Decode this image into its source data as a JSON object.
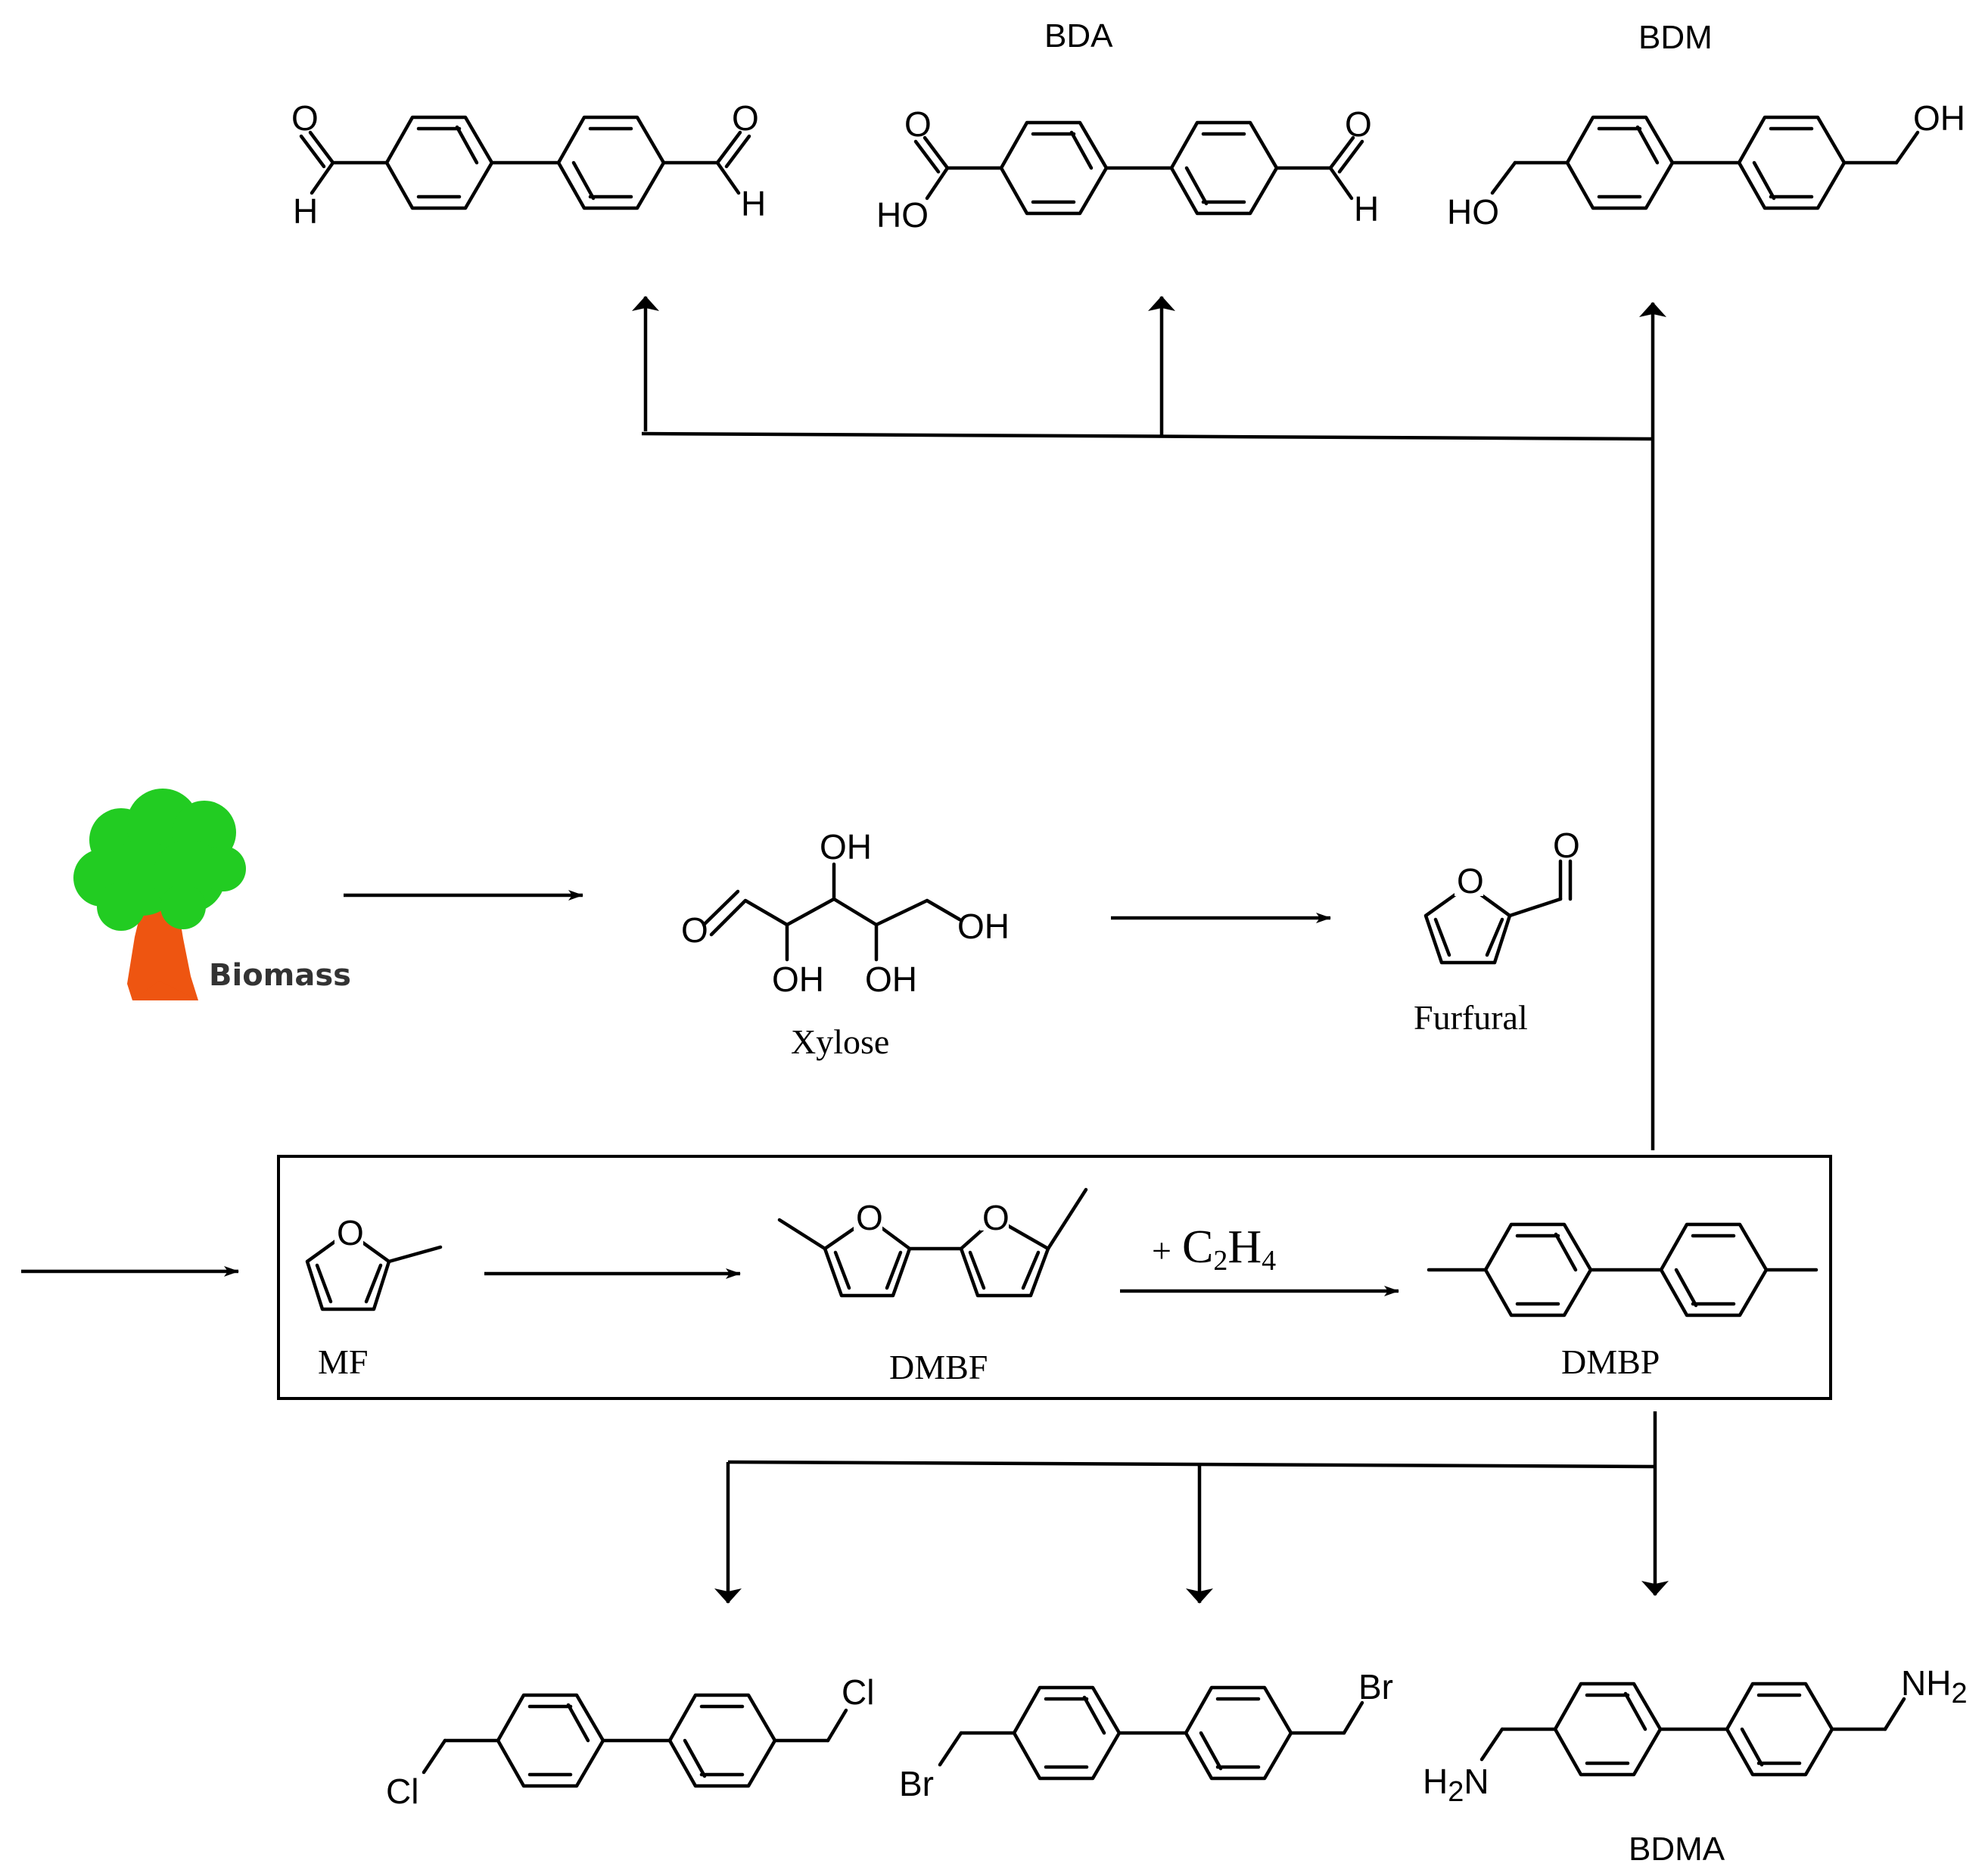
{
  "labels": {
    "bda": "BDA",
    "bdm": "BDM",
    "bdma": "BDMA",
    "xylose": "Xylose",
    "furfural": "Furfural",
    "mf": "MF",
    "dmbf": "DMBF",
    "dmbp": "DMBP",
    "biomass": "Biomass"
  },
  "reagent": {
    "plus": "+",
    "c": "C",
    "c_sub": "2",
    "h": "H",
    "h_sub": "4"
  },
  "atoms": {
    "o": "O",
    "h": "H",
    "ho": "HO",
    "oh": "OH",
    "cl": "Cl",
    "br": "Br",
    "nh": "NH",
    "nh_sub": "2",
    "h2n_h": "H",
    "h2n_sub": "2",
    "h2n_n": "N"
  },
  "colors": {
    "line": "#000000",
    "tree_foliage": "#22cc22",
    "tree_trunk": "#ee5511",
    "biomass_text": "#333333"
  }
}
